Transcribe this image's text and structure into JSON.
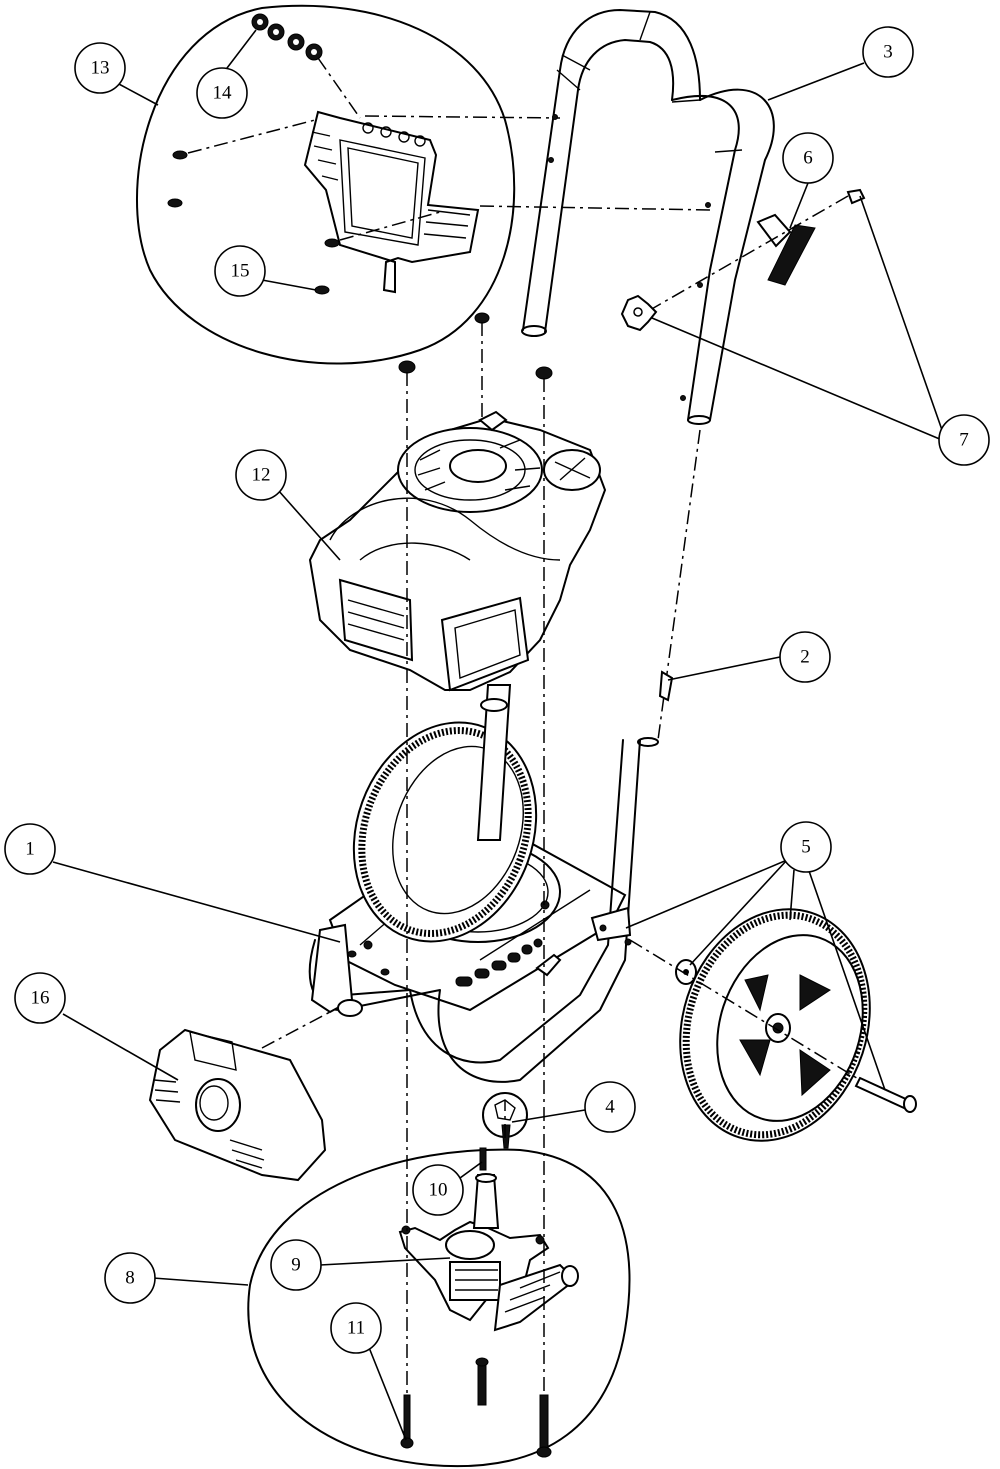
{
  "diagram": {
    "type": "exploded-parts-view",
    "callouts": [
      {
        "id": "c1",
        "label": "1"
      },
      {
        "id": "c2",
        "label": "2"
      },
      {
        "id": "c3",
        "label": "3"
      },
      {
        "id": "c4",
        "label": "4"
      },
      {
        "id": "c5",
        "label": "5"
      },
      {
        "id": "c6",
        "label": "6"
      },
      {
        "id": "c7",
        "label": "7"
      },
      {
        "id": "c8",
        "label": "8"
      },
      {
        "id": "c9",
        "label": "9"
      },
      {
        "id": "c10",
        "label": "10"
      },
      {
        "id": "c11",
        "label": "11"
      },
      {
        "id": "c12",
        "label": "12"
      },
      {
        "id": "c13",
        "label": "13"
      },
      {
        "id": "c14",
        "label": "14"
      },
      {
        "id": "c15",
        "label": "15"
      },
      {
        "id": "c16",
        "label": "16"
      }
    ]
  }
}
